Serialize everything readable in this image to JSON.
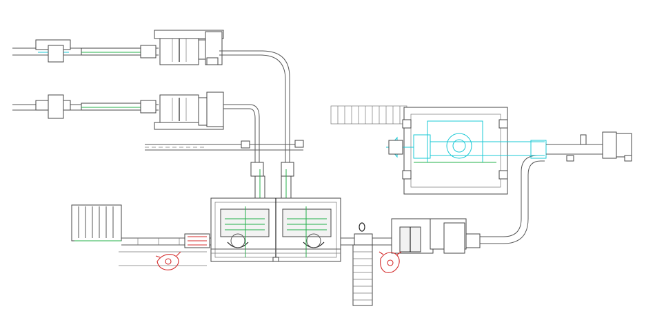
{
  "drawing": {
    "type": "packaging line layout (plan view)",
    "colors": {
      "line": "#444444",
      "accent_cyan": "#19c9d6",
      "accent_green": "#23b04a",
      "operator_red": "#d42a2a",
      "background": "#ffffff"
    },
    "icons": [
      "operator-icon-left",
      "operator-icon-right"
    ]
  }
}
